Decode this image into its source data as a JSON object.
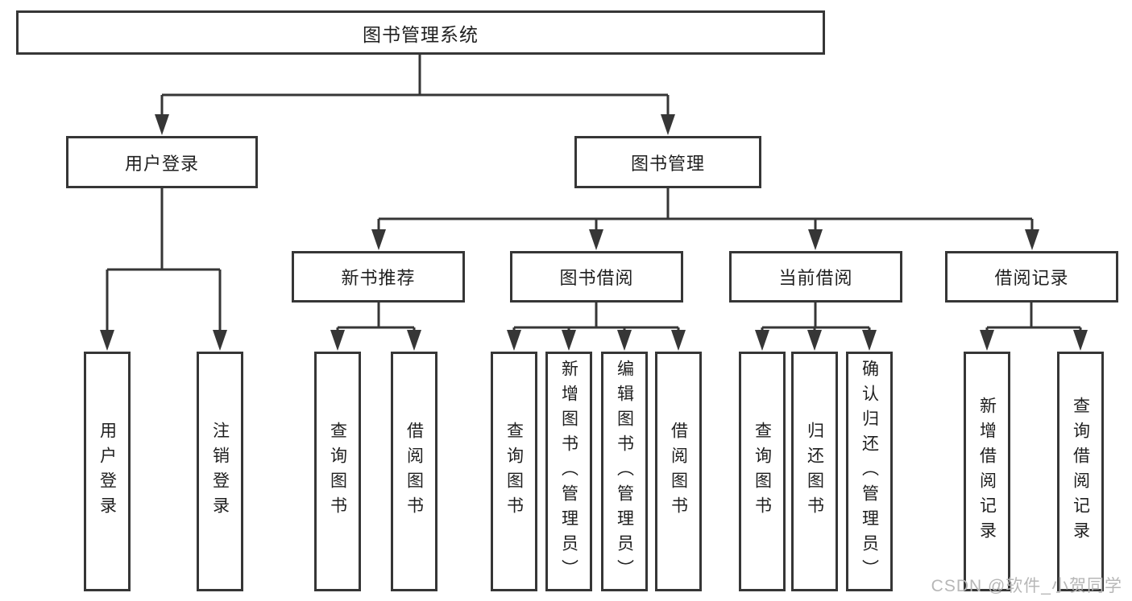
{
  "colors": {
    "line": "#363636",
    "box_border": "#363636",
    "text": "#1f1f1f",
    "background": "#ffffff",
    "watermark": "#b7b7b7"
  },
  "watermark": {
    "text": "CSDN @软件_小贺同学"
  },
  "tree": {
    "root": {
      "label": "图书管理系统"
    },
    "branches": [
      {
        "label": "用户登录",
        "children": [
          {
            "label": "用户登录"
          },
          {
            "label": "注销登录"
          }
        ]
      },
      {
        "label": "图书管理",
        "children": [
          {
            "label": "新书推荐",
            "children": [
              {
                "label": "查询图书"
              },
              {
                "label": "借阅图书"
              }
            ]
          },
          {
            "label": "图书借阅",
            "children": [
              {
                "label": "查询图书"
              },
              {
                "label": "新增图书（管理员）"
              },
              {
                "label": "编辑图书（管理员）"
              },
              {
                "label": "借阅图书"
              }
            ]
          },
          {
            "label": "当前借阅",
            "children": [
              {
                "label": "查询图书"
              },
              {
                "label": "归还图书"
              },
              {
                "label": "确认归还（管理员）"
              }
            ]
          },
          {
            "label": "借阅记录",
            "children": [
              {
                "label": "新增借阅记录"
              },
              {
                "label": "查询借阅记录"
              }
            ]
          }
        ]
      }
    ]
  }
}
